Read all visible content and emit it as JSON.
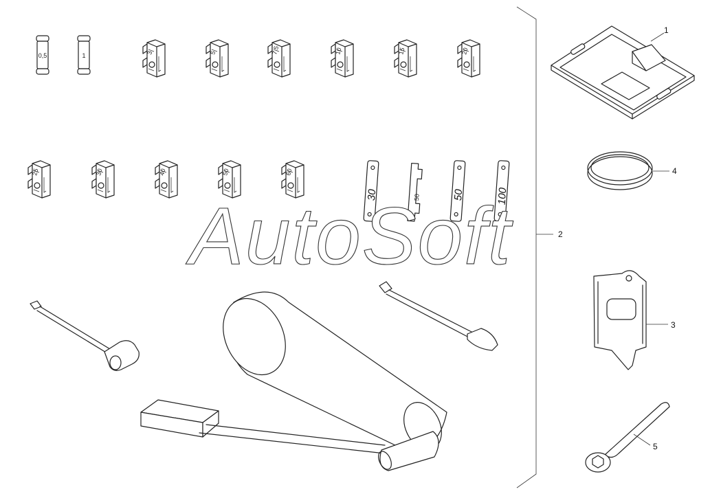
{
  "watermark": "AutoSoft",
  "callouts": [
    {
      "id": "1",
      "label": "1"
    },
    {
      "id": "2",
      "label": "2"
    },
    {
      "id": "3",
      "label": "3"
    },
    {
      "id": "4",
      "label": "4"
    },
    {
      "id": "5",
      "label": "5"
    }
  ],
  "glass_fuses": [
    "0,5",
    "1"
  ],
  "blade_fuse_labels": [
    "3",
    "5",
    "7.5",
    "10",
    "15",
    "20",
    "25",
    "30",
    "40",
    "50",
    "60"
  ],
  "strip_fuse_labels": [
    "30",
    "50",
    "50",
    "100"
  ]
}
